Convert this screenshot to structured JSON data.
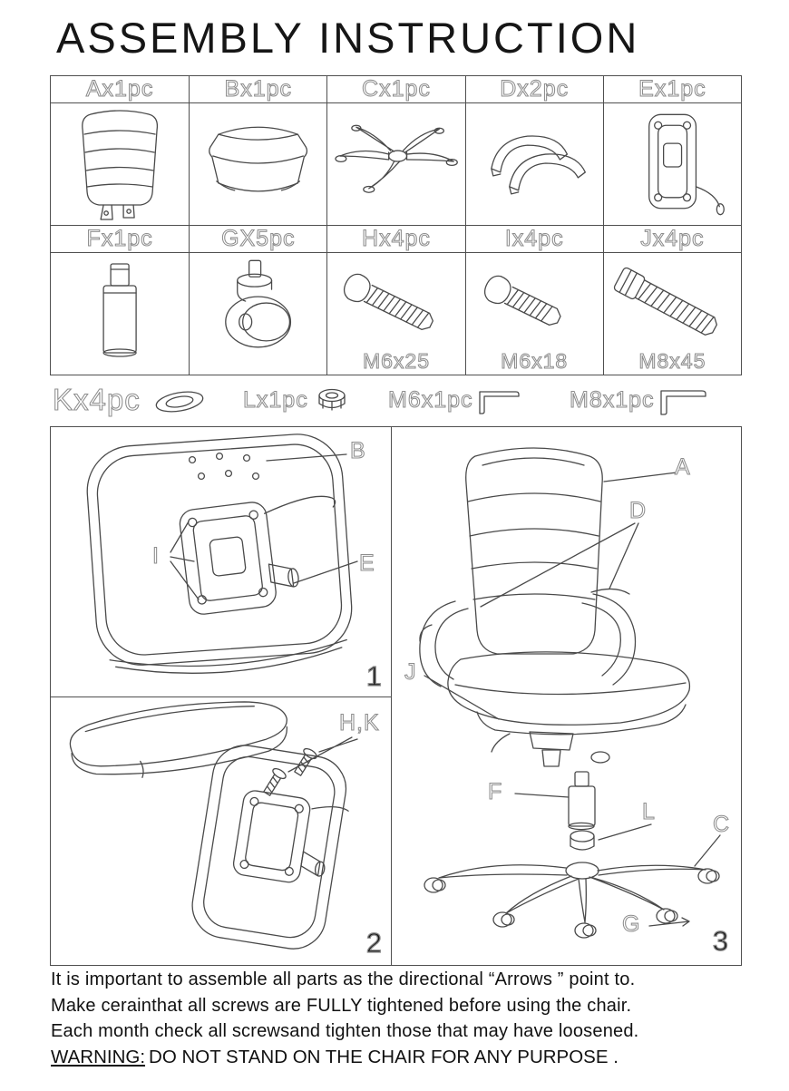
{
  "title": "ASSEMBLY INSTRUCTION",
  "parts_row1": [
    {
      "label": "Ax1pc"
    },
    {
      "label": "Bx1pc"
    },
    {
      "label": "Cx1pc"
    },
    {
      "label": "Dx2pc"
    },
    {
      "label": "Ex1pc"
    }
  ],
  "parts_row2": [
    {
      "label": "Fx1pc"
    },
    {
      "label": "GX5pc"
    },
    {
      "label": "Hx4pc",
      "size": "M6x25"
    },
    {
      "label": "Ix4pc",
      "size": "M6x18"
    },
    {
      "label": "Jx4pc",
      "size": "M8x45"
    }
  ],
  "loose_parts": {
    "k": "Kx4pc",
    "l": "Lx1pc",
    "m6": "M6x1pc",
    "m8": "M8x1pc"
  },
  "diagrams": {
    "step1": {
      "number": "1",
      "callouts": {
        "b": "B",
        "i": "I",
        "e": "E"
      }
    },
    "step2": {
      "number": "2",
      "callouts": {
        "hk": "H,K"
      }
    },
    "step3": {
      "number": "3",
      "callouts": {
        "a": "A",
        "d": "D",
        "j": "J",
        "f": "F",
        "l": "L",
        "c": "C",
        "g": "G"
      }
    }
  },
  "footer": {
    "line1": "It is important to assemble all parts as the directional “Arrows ” point to.",
    "line2": "Make cerainthat all screws are FULLY tightened before using the chair.",
    "line3": "Each month check all screwsand tighten those that may have loosened.",
    "warning_label": "WARNING:",
    "warning_text": "DO NOT STAND ON THE CHAIR FOR ANY PURPOSE ."
  }
}
